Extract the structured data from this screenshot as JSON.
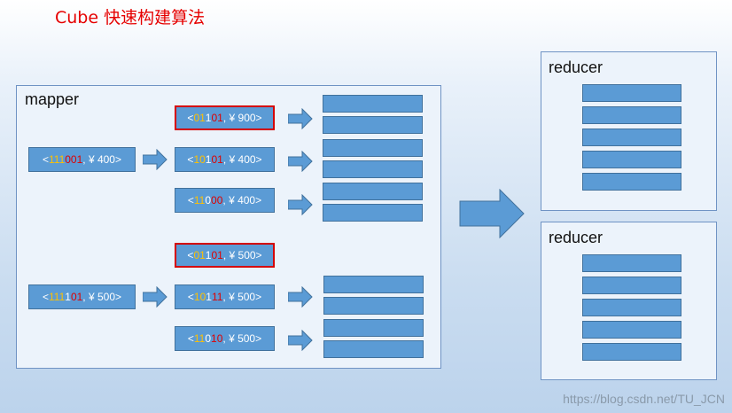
{
  "title": "Cube 快速构建算法",
  "mapper_label": "mapper",
  "reducer_label": "reducer",
  "watermark": "https://blog.csdn.net/TU_JCN",
  "groups": [
    {
      "input": {
        "prefix": "<",
        "parts": [
          {
            "t": "111",
            "c": "y"
          },
          {
            "t": "001",
            "c": "r"
          }
        ],
        "suffix": ", ¥ 400>"
      },
      "outputs": [
        {
          "prefix": "<",
          "parts": [
            {
              "t": "01",
              "c": "y"
            },
            {
              "t": "1",
              "c": "w"
            },
            {
              "t": "01",
              "c": "r"
            }
          ],
          "suffix": ", ¥ 900>",
          "highlight": true
        },
        {
          "prefix": "<",
          "parts": [
            {
              "t": "10",
              "c": "y"
            },
            {
              "t": "1",
              "c": "w"
            },
            {
              "t": "01",
              "c": "r"
            }
          ],
          "suffix": ", ¥ 400>",
          "highlight": false
        },
        {
          "prefix": "<",
          "parts": [
            {
              "t": "11",
              "c": "y"
            },
            {
              "t": "0",
              "c": "w"
            },
            {
              "t": "00",
              "c": "r"
            }
          ],
          "suffix": ", ¥ 400>",
          "highlight": false
        }
      ]
    },
    {
      "input": {
        "prefix": "<",
        "parts": [
          {
            "t": "111",
            "c": "y"
          },
          {
            "t": "1",
            "c": "w"
          },
          {
            "t": "01",
            "c": "r"
          }
        ],
        "suffix": ", ¥ 500>"
      },
      "outputs": [
        {
          "prefix": "<",
          "parts": [
            {
              "t": "01",
              "c": "y"
            },
            {
              "t": "1",
              "c": "w"
            },
            {
              "t": "01",
              "c": "r"
            }
          ],
          "suffix": ", ¥ 500>",
          "highlight": true
        },
        {
          "prefix": "<",
          "parts": [
            {
              "t": "10",
              "c": "y"
            },
            {
              "t": "1",
              "c": "w"
            },
            {
              "t": "11",
              "c": "r"
            }
          ],
          "suffix": ", ¥ 500>",
          "highlight": false
        },
        {
          "prefix": "<",
          "parts": [
            {
              "t": "11",
              "c": "y"
            },
            {
              "t": "0",
              "c": "w"
            },
            {
              "t": "10",
              "c": "r"
            }
          ],
          "suffix": ", ¥ 500>",
          "highlight": false
        }
      ]
    }
  ]
}
